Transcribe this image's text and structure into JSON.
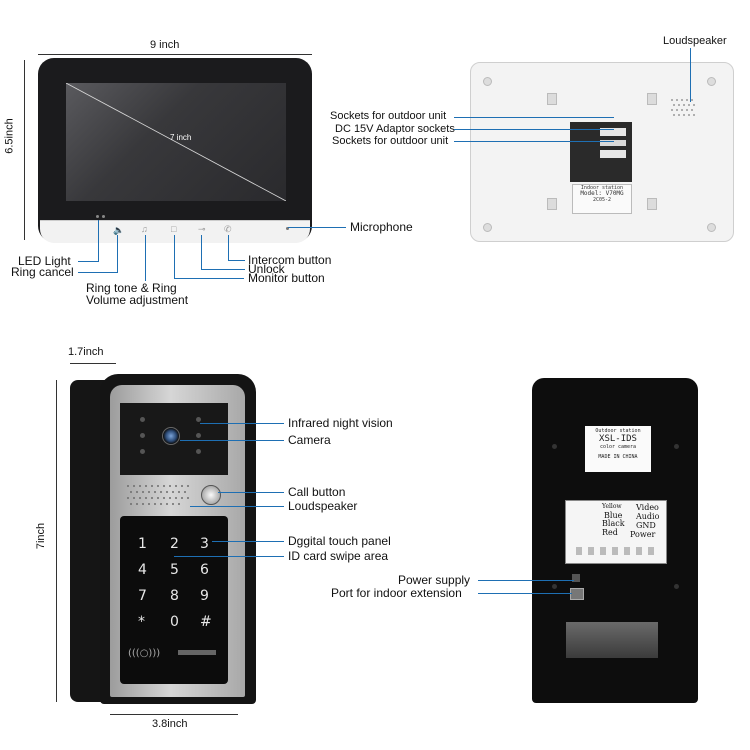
{
  "monitor_front": {
    "width_label": "9 inch",
    "height_label": "6.5inch",
    "screen_label": "7 inch",
    "callouts": {
      "microphone": "Microphone",
      "led_light": "LED Light",
      "ring_cancel": "Ring cancel",
      "ring_tone": "Ring tone & Ring",
      "volume": "Volume adjustment",
      "intercom": "Intercom button",
      "unlock": "Unlock",
      "monitor": "Monitor button"
    }
  },
  "monitor_back": {
    "callouts": {
      "loudspeaker": "Loudspeaker",
      "sockets_outdoor_1": "Sockets for outdoor unit",
      "dc_adaptor": "DC 15V Adaptor sockets",
      "sockets_outdoor_2": "Sockets for outdoor unit"
    },
    "sticker_lines": [
      "Indoor station",
      "Model: V70MG",
      "2C05-2"
    ]
  },
  "outdoor_front": {
    "depth_label": "1.7inch",
    "height_label": "7inch",
    "width_label": "3.8inch",
    "keys": [
      "1",
      "2",
      "3",
      "4",
      "5",
      "6",
      "7",
      "8",
      "9",
      "*",
      "0",
      "#"
    ],
    "callouts": {
      "infrared": "Infrared night vision",
      "camera": "Camera",
      "call_button": "Call button",
      "loudspeaker": "Loudspeaker",
      "touch_panel": "Dggital touch panel",
      "id_card": "ID card swipe area"
    }
  },
  "outdoor_back": {
    "sticker_lines": [
      "Outdoor station",
      "XSL-IDS",
      "color camera",
      "MADE IN CHINA"
    ],
    "wire_colors": [
      "Yellow",
      "Blue",
      "Black",
      "Red"
    ],
    "wire_functions": [
      "Video",
      "Audio",
      "GND",
      "Power"
    ],
    "callouts": {
      "power_supply": "Power supply",
      "indoor_extension": "Port for indoor extension"
    }
  },
  "colors": {
    "callout_line": "#1e6fb3",
    "dimension_line": "#333333"
  }
}
